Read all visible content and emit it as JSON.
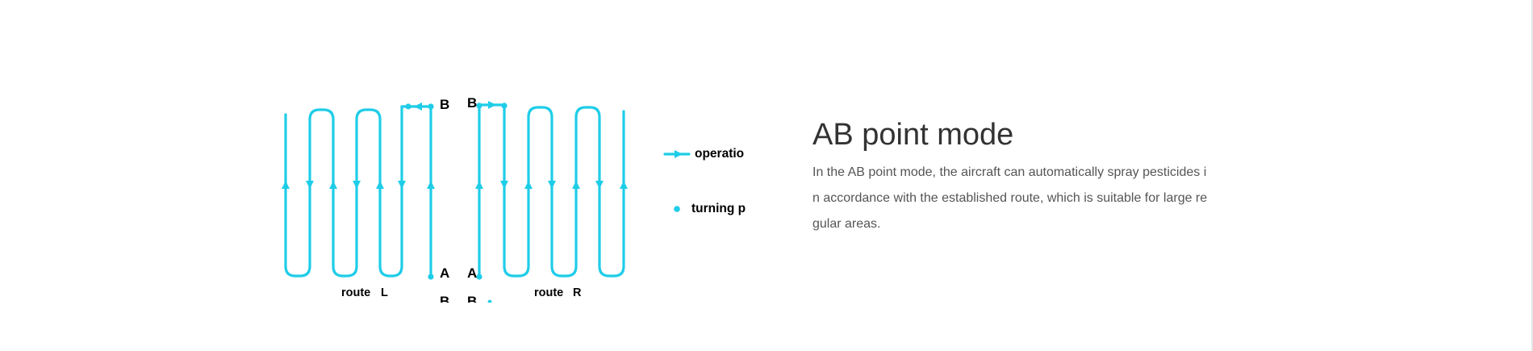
{
  "diagram": {
    "point_a_label": "A",
    "point_b_label": "B",
    "left_caption_prefix": "route",
    "left_caption_side": "L",
    "right_caption_prefix": "route",
    "right_caption_side": "R",
    "legend_operation_label": "operatio",
    "legend_turning_label": "turning p",
    "line_color": "#1ecde8"
  },
  "content": {
    "title": "AB point mode",
    "description": "In the AB point mode, the aircraft can automatically spray pesticides in accordance with the established route, which is suitable for large regular areas."
  }
}
